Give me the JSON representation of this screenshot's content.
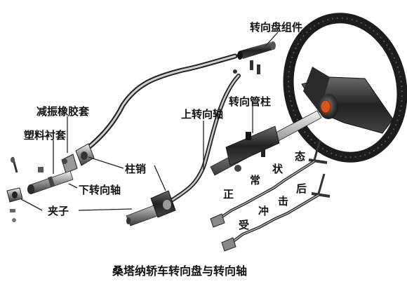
{
  "labels": {
    "steering_wheel_assembly": "转向盘组件",
    "steering_column_tube": "转向管柱",
    "upper_shaft": "上转向轴",
    "damper_rubber_sleeve": "减振橡胶套",
    "plastic_bushing": "塑料衬套",
    "pin": "柱销",
    "lower_shaft": "下转向轴",
    "clamp": "夹子"
  },
  "states": {
    "normal": [
      "正",
      "常",
      "状",
      "态"
    ],
    "impact": [
      "受",
      "冲",
      "击",
      "后"
    ]
  },
  "caption": "桑塔纳轿车转向盘与转向轴",
  "colors": {
    "metal_dark": "#3a3a3a",
    "metal_light": "#d8d8d8",
    "wheel_rubber": "#1c1c1c",
    "accent_orange": "#d9541e"
  }
}
